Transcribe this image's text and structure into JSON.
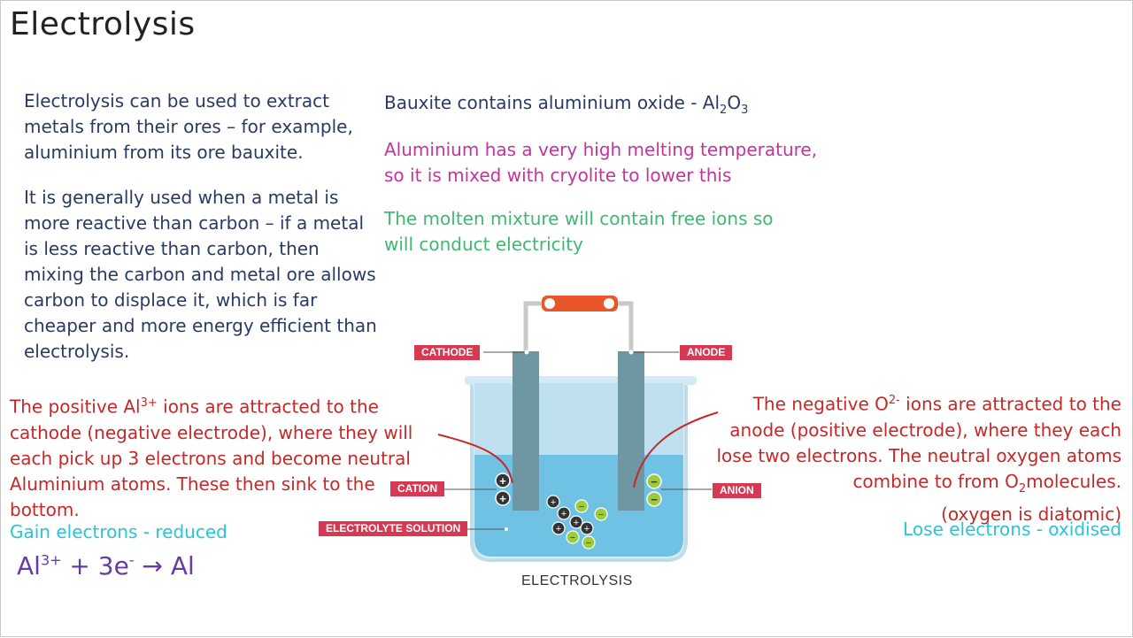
{
  "title": "Electrolysis",
  "left_text": {
    "para1": [
      "Electrolysis can be used to extract",
      "metals from their ores – for example,",
      "aluminium from its ore bauxite."
    ],
    "para2": [
      "It is generally used when a metal is",
      "more reactive than carbon – if a metal",
      "is less reactive than carbon, then",
      "mixing the carbon and metal ore allows",
      "carbon to displace it, which is far",
      "cheaper and more energy efficient than",
      "electrolysis."
    ]
  },
  "right_text": {
    "bauxite_prefix": "Bauxite contains aluminium oxide - Al",
    "bauxite_sub1": "2",
    "bauxite_mid": "O",
    "bauxite_sub2": "3",
    "melting": [
      "Aluminium has a very high melting temperature,",
      "so it is mixed with cryolite to lower this"
    ],
    "molten": [
      "The molten mixture will contain free ions so",
      "will conduct electricity"
    ]
  },
  "cation_note": {
    "line1_a": "The positive Al",
    "line1_sup": "3+",
    "line1_b": " ions are attracted to the",
    "lines": [
      "cathode (negative electrode), where they will",
      "each pick up 3 electrons and become neutral",
      "Aluminium atoms. These then sink to the",
      "bottom."
    ],
    "gain": "Gain electrons - reduced",
    "eq_al": "Al",
    "eq_sup": "3+",
    "eq_mid": " + 3e",
    "eq_sup2": "-",
    "eq_arrow": " → Al"
  },
  "anion_note": {
    "line1_a": "The negative O",
    "line1_sup": "2-",
    "line1_b": " ions are attracted to the",
    "lines": [
      "anode (positive electrode), where they each",
      "lose two electrons. The neutral oxygen atoms"
    ],
    "line4_a": "combine to from O",
    "line4_sub": "2",
    "line4_b": "molecules.",
    "line5": "(oxygen is diatomic)",
    "lose": "Lose electrons - oxidised"
  },
  "diagram": {
    "labels": {
      "cathode": "CATHODE",
      "anode": "ANODE",
      "cation": "CATION",
      "anion": "ANION",
      "electrolyte": "ELECTROLYTE SOLUTION"
    },
    "caption": "ELECTROLYSIS",
    "battery_minus": "−",
    "battery_plus": "+"
  },
  "colors": {
    "navy": "#2b3a63",
    "magenta": "#c2359a",
    "green": "#3fb873",
    "red": "#c62828",
    "cyan": "#2bc4d6",
    "purple": "#6a3aa3",
    "label_red": "#d63a52"
  }
}
